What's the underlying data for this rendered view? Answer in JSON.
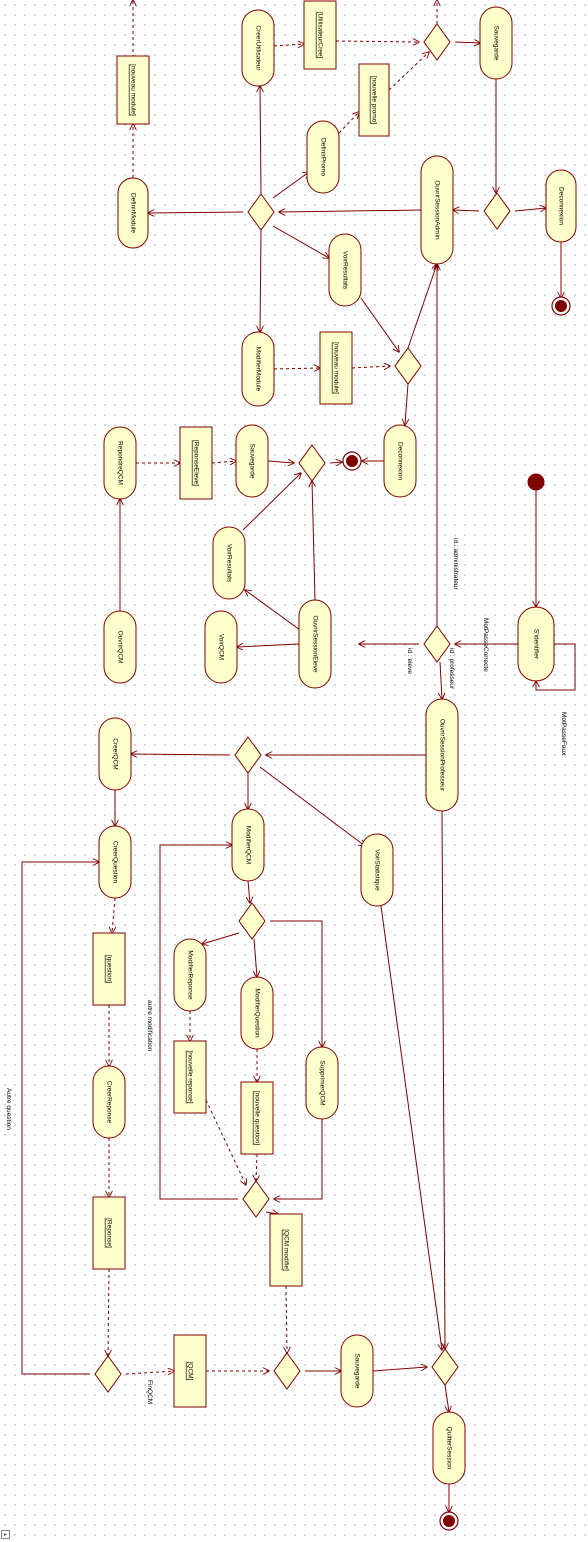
{
  "diagram": {
    "activities": {
      "creer_utilisateur": "CreerUtilisateur",
      "sauvegarde_admin": "Sauvegarde",
      "definir_module": "DefinirModule",
      "definir_promo": "DefinirPromo",
      "ouvrir_session_admin": "OuvrirSessionAdmin",
      "deconnexion_admin": "Deconnexion",
      "voir_resultats_admin": "VoirResultats",
      "modifier_module": "ModifierModule",
      "repondre_qcm": "RepondreQCM",
      "sauvegarde_eleve": "Sauvegarde",
      "deconnexion_eleve": "Deconnexion",
      "voir_resultats_eleve": "VoirResultats",
      "ouvrir_qcm": "OuvrirQCM",
      "voir_qcm": "VoirQCM",
      "ouvrir_session_eleve": "OuvrirSessionEleve",
      "sidentifier": "S'identifier",
      "ouvrir_session_professeur": "OuvrirSessionProfesseur",
      "creer_qcm": "CreerQCM",
      "modifier_qcm": "ModifierQCM",
      "voir_statistique": "VoirStatistique",
      "creer_question": "CreerQuestion",
      "modifier_reponse": "ModifierReponse",
      "modifier_question": "ModifierQuestion",
      "supprimer_qcm": "SupprimerQCM",
      "creer_reponse": "CreerReponse",
      "sauvegarde_prof": "Sauvegarde",
      "quitter_session": "QuitterSession"
    },
    "objects": {
      "nouveau_module_top": "[nouveau module]",
      "utilisateur_cree": "[UtilisateurCree]",
      "nouvelle_promo": "[nouvelle promo]",
      "nouveau_module_mid": "[nouveau module]",
      "reponse_eleve": "[ReponseEleve]",
      "question": "[question]",
      "nouvelle_reponse": "[nouvelle reponse]",
      "nouvelle_question": "[nouvelle question]",
      "reponse": "[Reponse]",
      "qcm_modifie": "[QCM modifie]",
      "qcm": "[QCM]"
    },
    "guards": {
      "id_administrateur": "id : administrateur",
      "id_professeur": "id : professeur",
      "id_eleve": "id : eleve",
      "mot_passe_correcte": "MotPasseCorrecte",
      "mot_passe_faux": "MotPasseFaux",
      "autre_modification": "autre modification",
      "autre_question": "Autre question",
      "fin_qcm": "FinQCM"
    }
  }
}
